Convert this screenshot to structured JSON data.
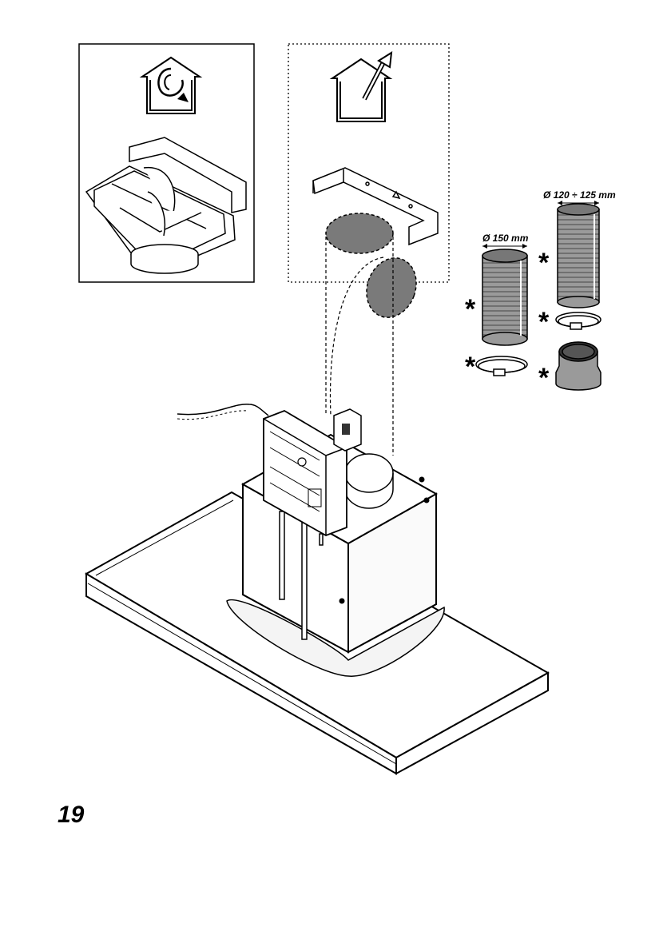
{
  "figure": {
    "page_number": "19",
    "dimension_labels": {
      "duct_150": "Ø 150 mm",
      "duct_120_125": "Ø 120 ÷ 125 mm"
    },
    "optional_marker": "*",
    "icons": [
      "recirculation-icon",
      "extraction-icon"
    ],
    "colors": {
      "line": "#000000",
      "filter_fill": "#7a7a7a",
      "duct_fill": "#9a9a9a",
      "panel_fill": "#e8e8e8"
    }
  }
}
